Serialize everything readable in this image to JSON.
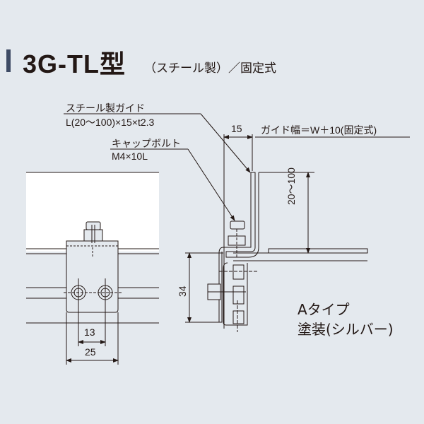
{
  "title": {
    "model": "3G-TL型",
    "subtitle": "（スチール製）／固定式",
    "accent_color": "#3d4a64"
  },
  "callouts": {
    "guide_name": "スチール製ガイド",
    "guide_spec": "L(20〜100)×15×t2.3",
    "bolt_name": "キャップボルト",
    "bolt_spec": "M4×10L",
    "guide_width": "ガイド幅＝W＋10(固定式)"
  },
  "dimensions": {
    "guide_depth": "15",
    "guide_height": "20〜100",
    "frame_height": "34",
    "hole_pitch": "13",
    "bracket_width": "25"
  },
  "type_label": {
    "type": "Aタイプ",
    "finish": "塗装(シルバー)"
  },
  "colors": {
    "background": "#e4e9ee",
    "panel": "#ffffff",
    "line": "#231815"
  }
}
